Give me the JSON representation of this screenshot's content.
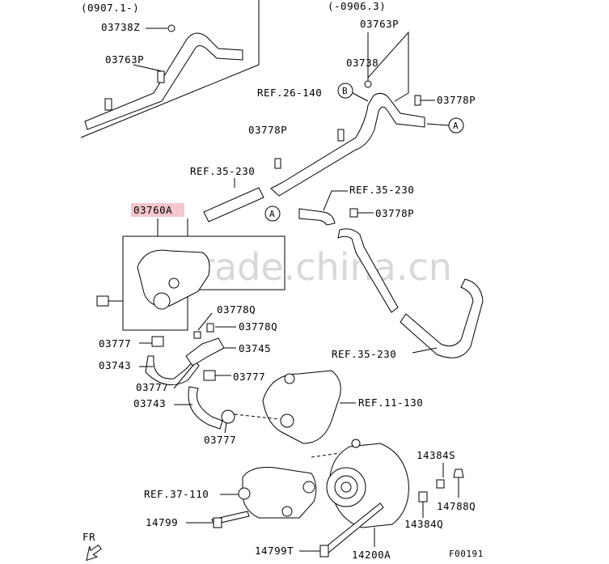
{
  "variant_left": "(0907.1-)",
  "variant_right": "(-0906.3)",
  "highlight_color": "#f5c6cb",
  "watermark": "trade.china.cn",
  "labels": {
    "p03738Z": "03738Z",
    "p03763P_l": "03763P",
    "p03763P_r": "03763P",
    "p03738": "03738",
    "ref26": "REF.26-140",
    "p03778P_a": "03778P",
    "p03778P_b": "03778P",
    "p03778P_c": "03778P",
    "ref35a": "REF.35-230",
    "ref35b": "REF.35-230",
    "ref35c": "REF.35-230",
    "p03760A": "03760A",
    "p03778Q_a": "03778Q",
    "p03778Q_b": "03778Q",
    "p03777_a": "03777",
    "p03745": "03745",
    "p03743_a": "03743",
    "p03777_b": "03777",
    "p03777_c": "03777",
    "p03743_b": "03743",
    "ref11": "REF.11-130",
    "p03777_d": "03777",
    "p14384S": "14384S",
    "ref37": "REF.37-110",
    "p14788Q": "14788Q",
    "p14799": "14799",
    "p14384Q": "14384Q",
    "p14799T": "14799T",
    "p14200A": "14200A",
    "fr": "FR",
    "fig": "F00191"
  },
  "callouts": {
    "A": "A",
    "B": "B"
  }
}
